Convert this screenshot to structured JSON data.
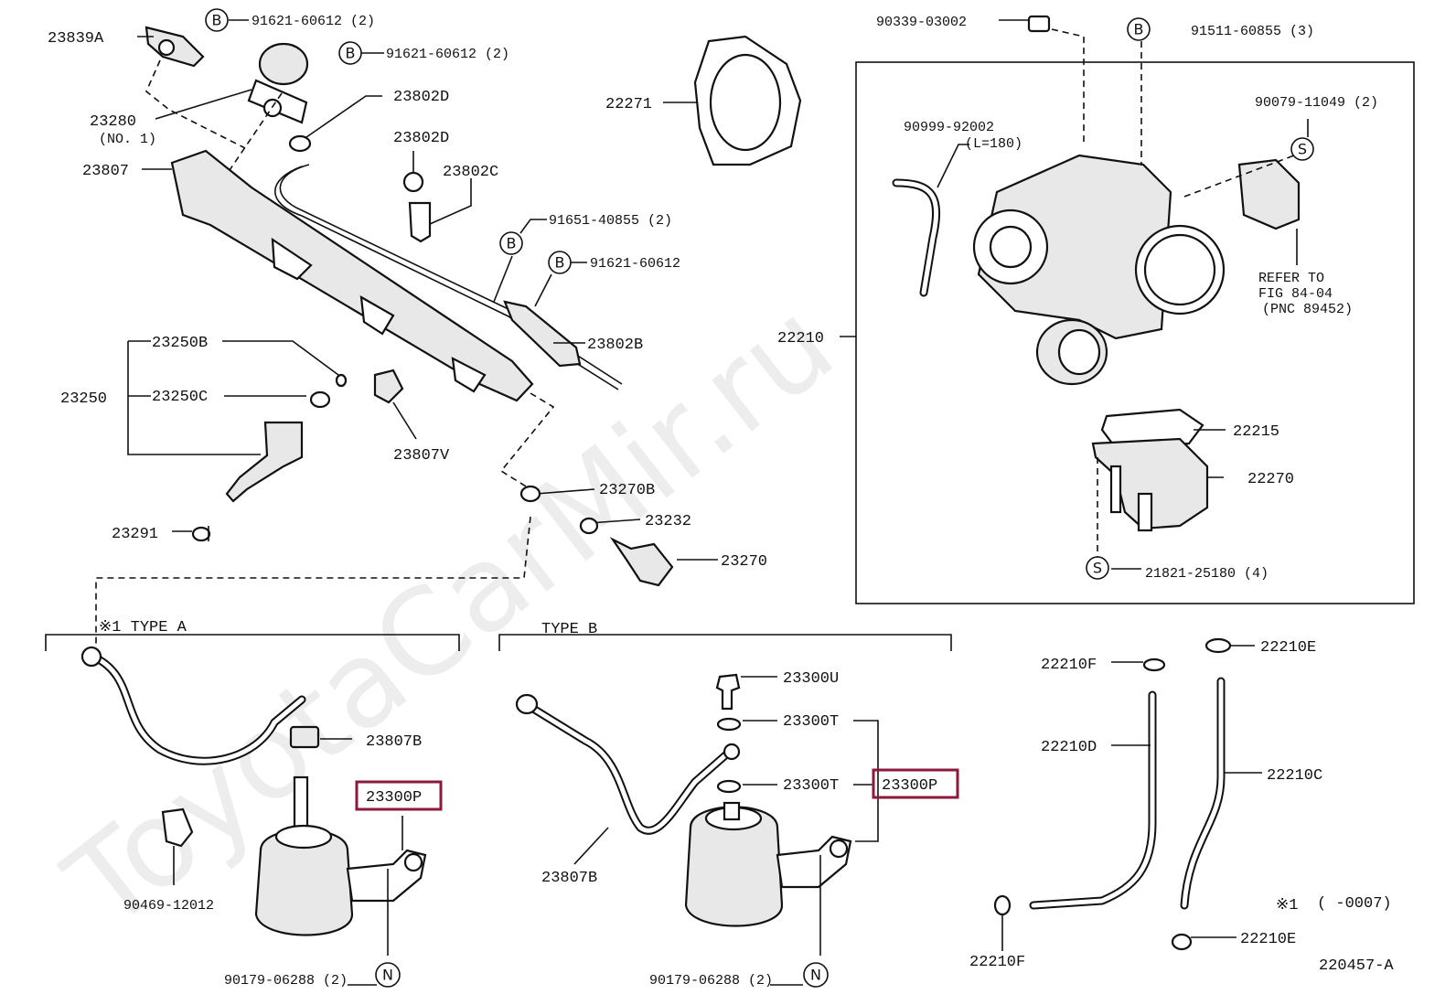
{
  "watermark": "ToyotaCarMir.ru",
  "figure_id": "220457-A",
  "sections": {
    "type_a": "※1 TYPE A",
    "type_b": "TYPE B",
    "footnote_mark": "※1",
    "footnote_range": "( -0007)"
  },
  "callouts": {
    "b": "B",
    "s": "S",
    "n": "N"
  },
  "labels": {
    "p23839A": "23839A",
    "p91621_60612_2a": "91621-60612 (2)",
    "p91621_60612_2b": "91621-60612 (2)",
    "p23280": "23280",
    "p23280_note": "(NO. 1)",
    "p23802D_a": "23802D",
    "p23802D_b": "23802D",
    "p23802C": "23802C",
    "p23807": "23807",
    "p91651_40855": "91651-40855 (2)",
    "p91621_60612": "91621-60612",
    "p23802B": "23802B",
    "p23250B": "23250B",
    "p23250": "23250",
    "p23250C": "23250C",
    "p23807V": "23807V",
    "p23291": "23291",
    "p23270B": "23270B",
    "p23232": "23232",
    "p23270": "23270",
    "p22271": "22271",
    "p90339_03002": "90339-03002",
    "p91511_60855": "91511-60855 (3)",
    "p90079_11049": "90079-11049 (2)",
    "p90999_92002": "90999-92002",
    "p90999_len": "(L=180)",
    "refer1": "REFER TO",
    "refer2": "FIG 84-04",
    "refer3": "(PNC 89452)",
    "p22210": "22210",
    "p22215": "22215",
    "p22270": "22270",
    "p21821_25180": "21821-25180 (4)",
    "p23807B_a": "23807B",
    "p23300P_a": "23300P",
    "p90469_12012": "90469-12012",
    "p90179_06288_a": "90179-06288 (2)",
    "p23300U": "23300U",
    "p23300T_a": "23300T",
    "p23300T_b": "23300T",
    "p23300P_b": "23300P",
    "p23807B_b": "23807B",
    "p90179_06288_b": "90179-06288 (2)",
    "p22210F_a": "22210F",
    "p22210E_a": "22210E",
    "p22210D": "22210D",
    "p22210C": "22210C",
    "p22210E_b": "22210E",
    "p22210F_b": "22210F"
  },
  "highlight_color": "#8b1a3a"
}
